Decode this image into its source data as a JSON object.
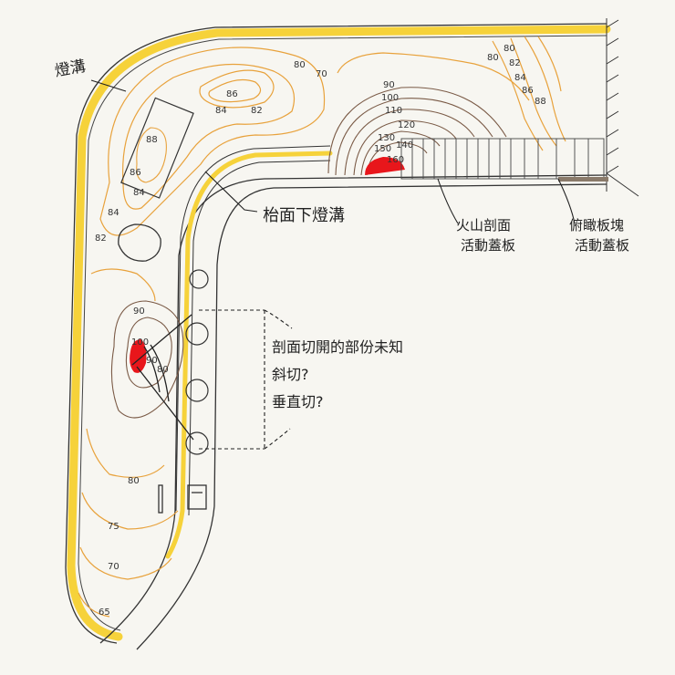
{
  "labels": {
    "light_trench": "燈溝",
    "counter_light_trench": "枱面下燈溝",
    "volcano_section_cover": [
      "火山剖面",
      "活動蓋板"
    ],
    "overlook_cover": [
      "俯瞰板塊",
      "活動蓋板"
    ],
    "note_lines": [
      "剖面切開的部份未知",
      "斜切?",
      "垂直切?"
    ]
  },
  "contours": {
    "top_area": [
      "80",
      "70",
      "86",
      "84",
      "82",
      "88",
      "86",
      "84",
      "84",
      "82"
    ],
    "top_right": [
      "80",
      "80",
      "82",
      "84",
      "86",
      "88"
    ],
    "volcano": [
      "90",
      "100",
      "110",
      "120",
      "130",
      "140",
      "150",
      "160"
    ],
    "left_peak": [
      "90",
      "100",
      "90",
      "80"
    ],
    "lower_left": [
      "80",
      "75",
      "70",
      "65"
    ]
  },
  "colors": {
    "trench_yellow": "#f6d23a",
    "contour_orange": "#e8a23c",
    "contour_brown": "#7a5a46",
    "lava_red": "#e8161b",
    "ink": "#262626"
  }
}
